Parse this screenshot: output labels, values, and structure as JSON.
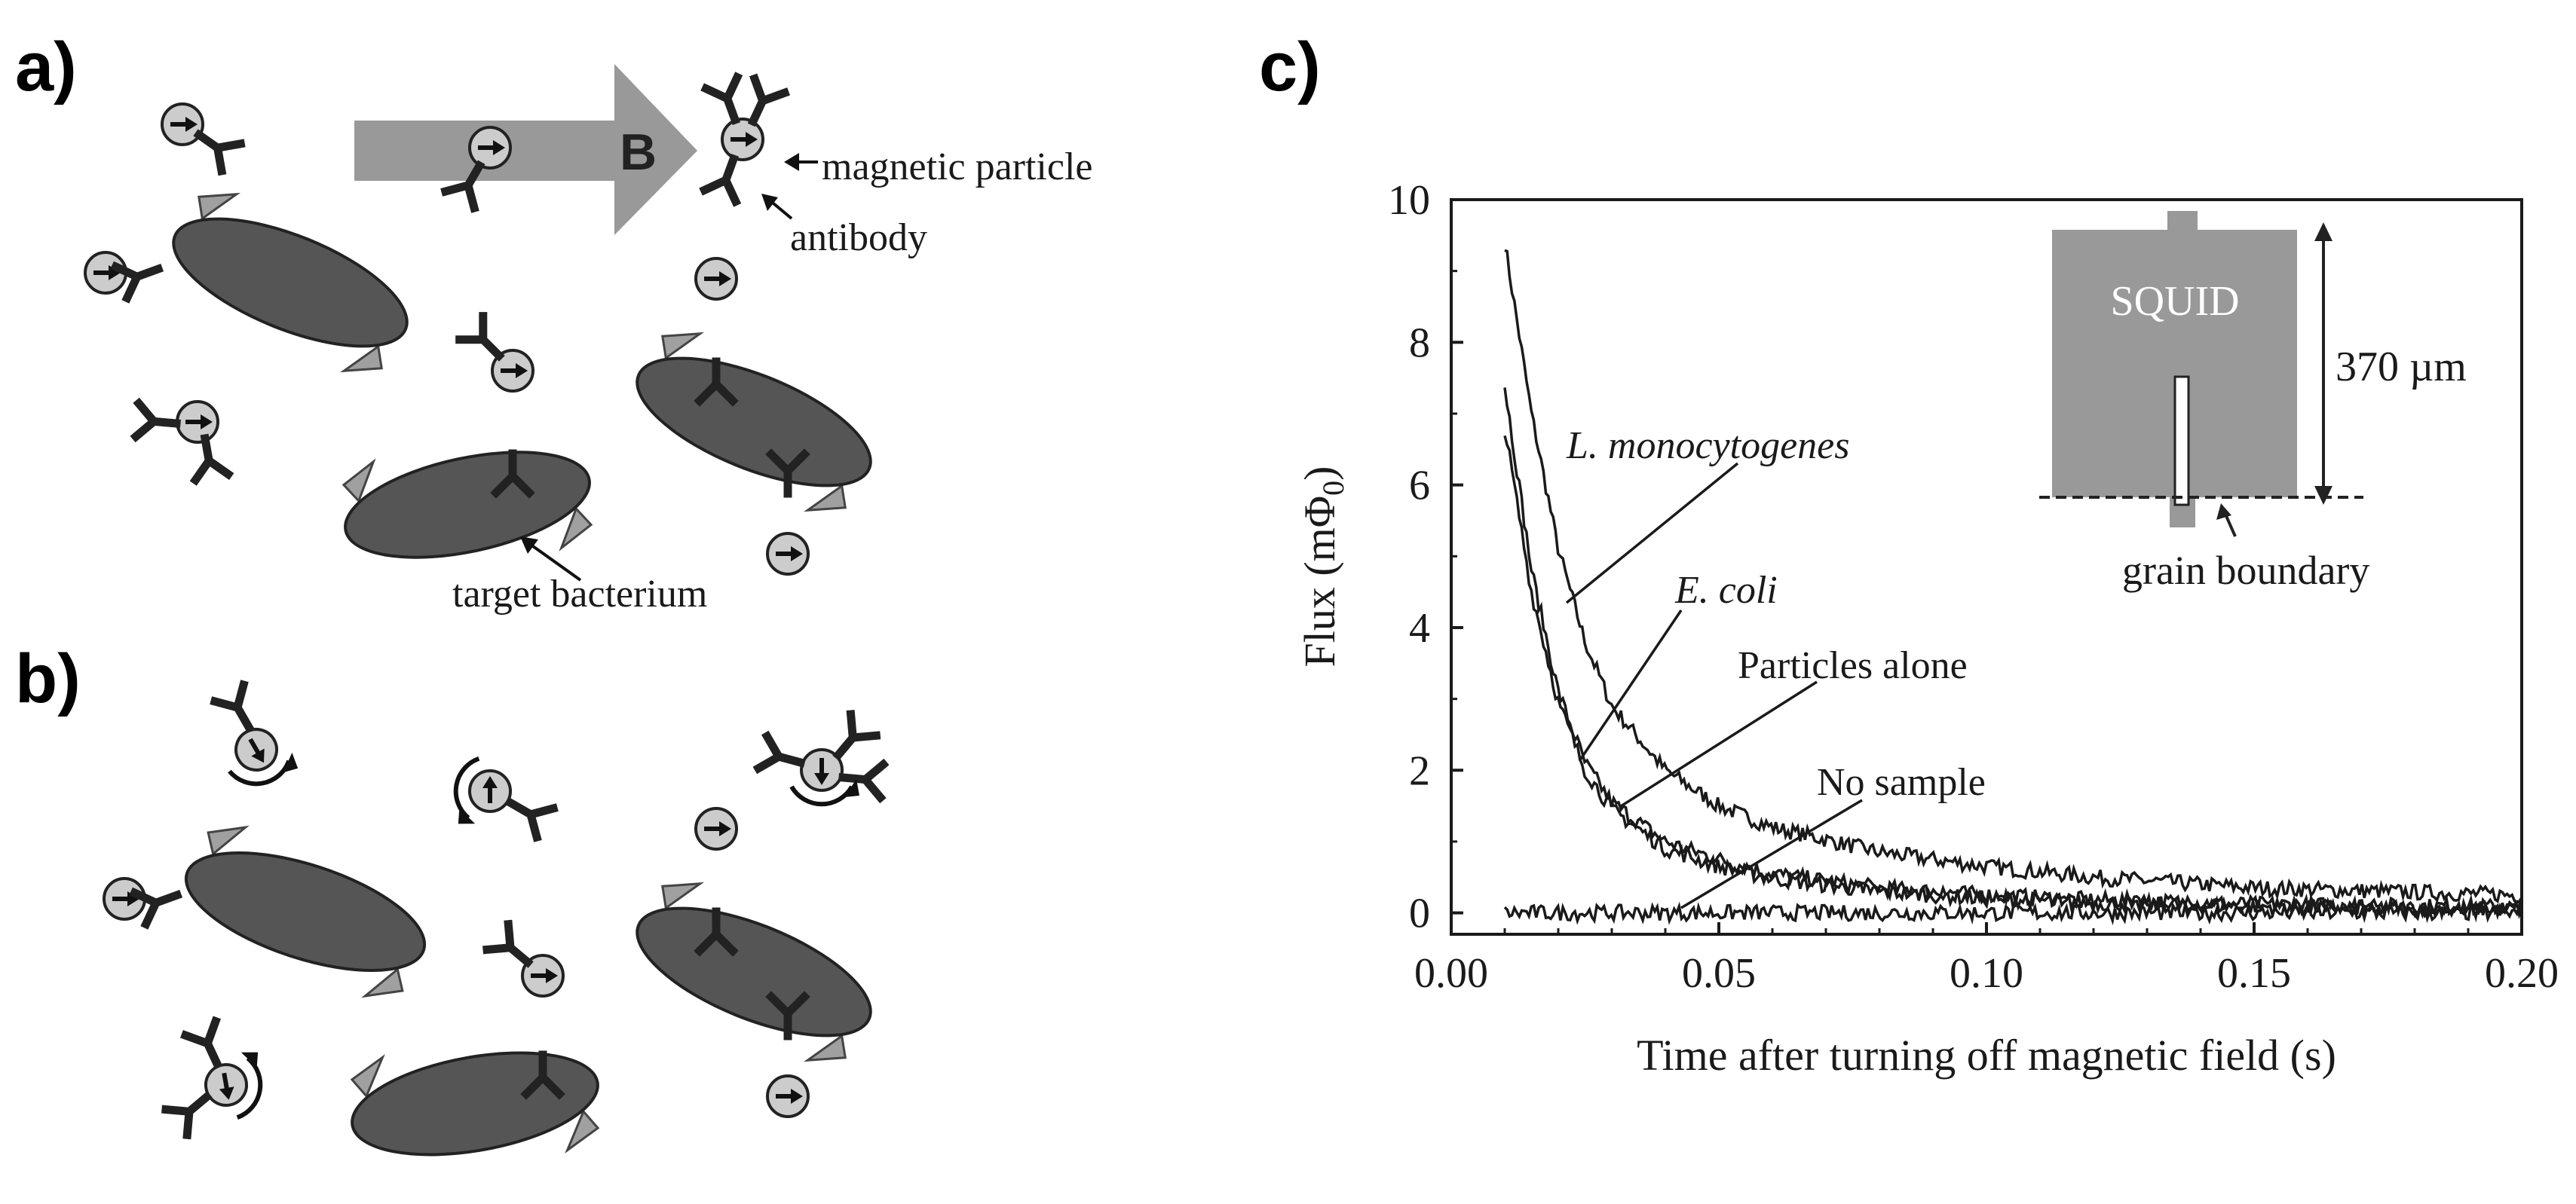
{
  "panels": {
    "a": {
      "letter": "a)",
      "field_label": "B",
      "particle_label": "magnetic particle",
      "antibody_label": "antibody",
      "bacterium_label": "target bacterium"
    },
    "b": {
      "letter": "b)"
    },
    "c": {
      "letter": "c)"
    }
  },
  "inset": {
    "squid_label": "SQUID",
    "height_label": "370 µm",
    "boundary_label": "grain boundary"
  },
  "chart_data": {
    "type": "line",
    "xlabel": "Time after turning off magnetic field (s)",
    "ylabel": "Flux (mΦ",
    "ylabel_sub": "0",
    "ylabel_close": ")",
    "xlim": [
      0.0,
      0.2
    ],
    "ylim": [
      -0.3,
      10
    ],
    "xticks": [
      "0.00",
      "0.05",
      "0.10",
      "0.15",
      "0.20"
    ],
    "yticks": [
      "0",
      "2",
      "4",
      "6",
      "8",
      "10"
    ],
    "grid": false,
    "series": [
      {
        "name": "L. monocytogenes",
        "x": [
          0.01,
          0.015,
          0.02,
          0.025,
          0.03,
          0.04,
          0.05,
          0.06,
          0.08,
          0.1,
          0.12,
          0.15,
          0.2
        ],
        "y": [
          9.4,
          7.0,
          5.1,
          3.8,
          2.9,
          2.0,
          1.5,
          1.2,
          0.85,
          0.65,
          0.5,
          0.35,
          0.25
        ]
      },
      {
        "name": "E. coli",
        "x": [
          0.01,
          0.015,
          0.02,
          0.025,
          0.03,
          0.04,
          0.05,
          0.06,
          0.08,
          0.1,
          0.12,
          0.15,
          0.2
        ],
        "y": [
          7.4,
          4.8,
          3.1,
          2.1,
          1.55,
          1.0,
          0.75,
          0.55,
          0.35,
          0.25,
          0.18,
          0.12,
          0.08
        ]
      },
      {
        "name": "Particles alone",
        "x": [
          0.01,
          0.015,
          0.02,
          0.025,
          0.03,
          0.04,
          0.05,
          0.06,
          0.08,
          0.1,
          0.12,
          0.15,
          0.2
        ],
        "y": [
          6.8,
          4.5,
          2.95,
          2.0,
          1.45,
          0.9,
          0.65,
          0.48,
          0.3,
          0.2,
          0.14,
          0.09,
          0.05
        ]
      },
      {
        "name": "No sample",
        "x": [
          0.01,
          0.05,
          0.1,
          0.15,
          0.2
        ],
        "y": [
          0.0,
          0.0,
          0.0,
          0.0,
          0.0
        ]
      }
    ],
    "annotations": [
      {
        "text": "L. monocytogenes",
        "italic": true
      },
      {
        "text": "E. coli",
        "italic": true
      },
      {
        "text": "Particles alone",
        "italic": false
      },
      {
        "text": "No sample",
        "italic": false
      }
    ]
  },
  "colors": {
    "body": "#555555",
    "particle": "#cccccc",
    "arrow": "#999999",
    "squid": "#999999",
    "ink": "#1a1a1a"
  }
}
